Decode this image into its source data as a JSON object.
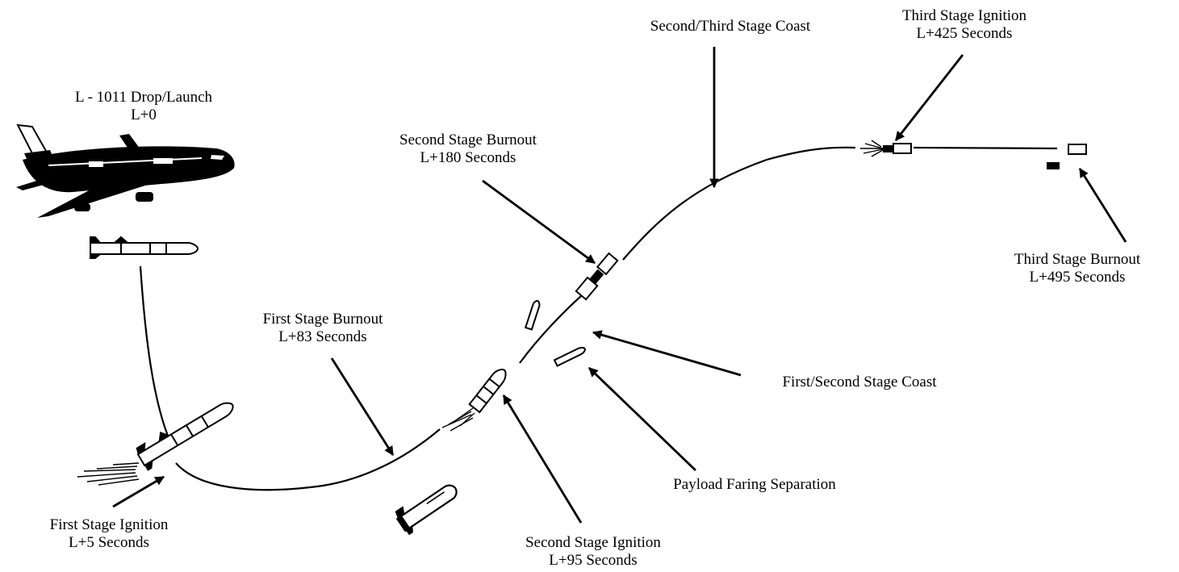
{
  "colors": {
    "ink": "#000000",
    "paper": "#ffffff"
  },
  "labels": {
    "drop_launch": {
      "line1": "L - 1011 Drop/Launch",
      "line2": "L+0"
    },
    "first_ignition": {
      "line1": "First Stage Ignition",
      "line2": "L+5 Seconds"
    },
    "first_burnout": {
      "line1": "First Stage Burnout",
      "line2": "L+83 Seconds"
    },
    "second_ignition": {
      "line1": "Second Stage Ignition",
      "line2": "L+95 Seconds"
    },
    "payload_fairing": {
      "line1": "Payload Faring Separation"
    },
    "first_second_coast": {
      "line1": "First/Second Stage Coast"
    },
    "second_burnout": {
      "line1": "Second Stage Burnout",
      "line2": "L+180 Seconds"
    },
    "second_third_coast": {
      "line1": "Second/Third Stage Coast"
    },
    "third_ignition": {
      "line1": "Third Stage Ignition",
      "line2": "L+425 Seconds"
    },
    "third_burnout": {
      "line1": "Third Stage Burnout",
      "line2": "L+495 Seconds"
    }
  }
}
